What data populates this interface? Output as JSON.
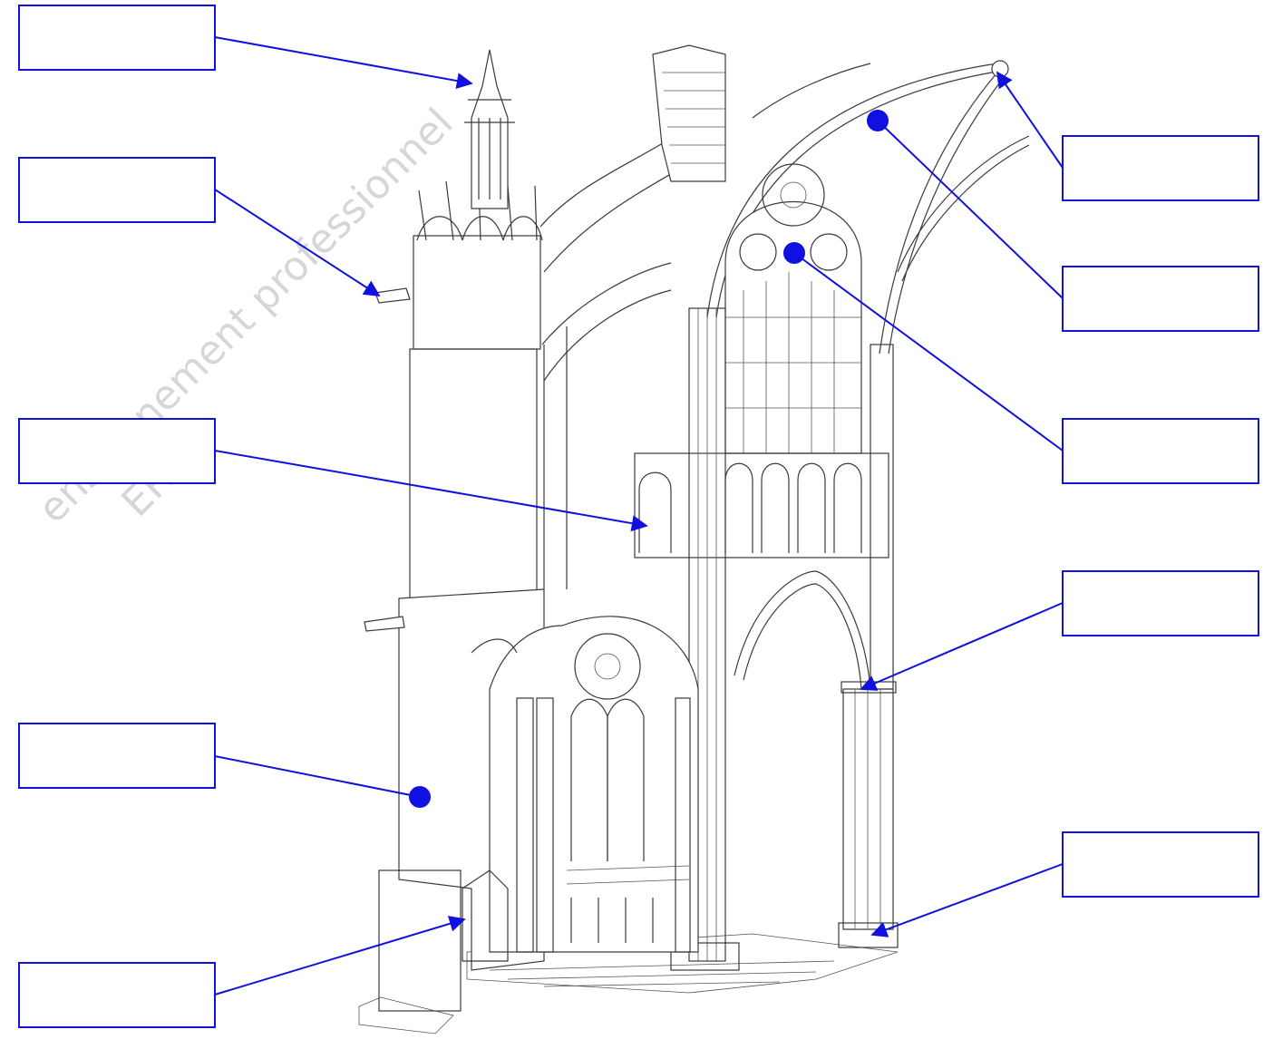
{
  "watermark": {
    "lines": [
      "enseignement professionnel",
      "EREN"
    ]
  },
  "labels": [
    {
      "id": "pinnacle",
      "text": ""
    },
    {
      "id": "gargoyle",
      "text": ""
    },
    {
      "id": "triforium",
      "text": ""
    },
    {
      "id": "buttress",
      "text": ""
    },
    {
      "id": "chapel-arcade",
      "text": ""
    },
    {
      "id": "keystone",
      "text": ""
    },
    {
      "id": "vault",
      "text": ""
    },
    {
      "id": "rose-window",
      "text": ""
    },
    {
      "id": "capital",
      "text": ""
    },
    {
      "id": "pillar-base",
      "text": ""
    }
  ],
  "colors": {
    "accent": "#1010e0",
    "ink": "#3a3a3a",
    "watermark": "#d6d6d6"
  }
}
